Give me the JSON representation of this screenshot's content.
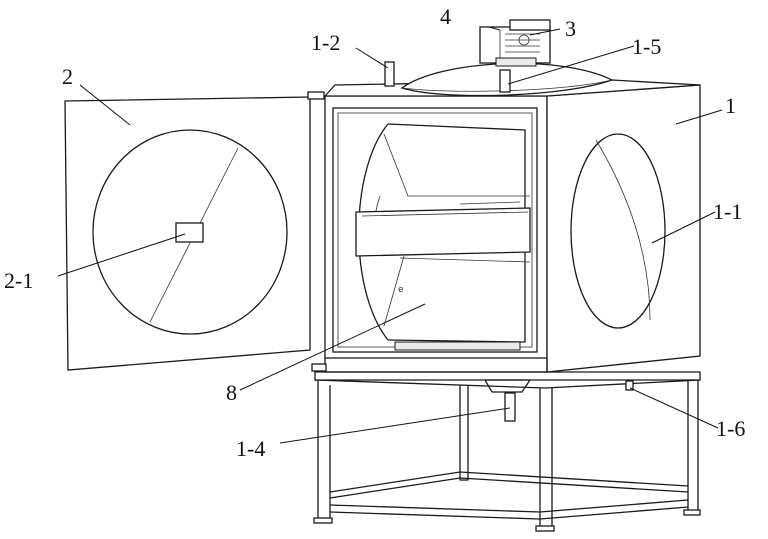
{
  "labels": {
    "l1": "1",
    "l1_1": "1-1",
    "l1_2": "1-2",
    "l1_4": "1-4",
    "l1_5": "1-5",
    "l1_6": "1-6",
    "l2": "2",
    "l2_1": "2-1",
    "l3": "3",
    "l4": "4",
    "l8": "8"
  }
}
